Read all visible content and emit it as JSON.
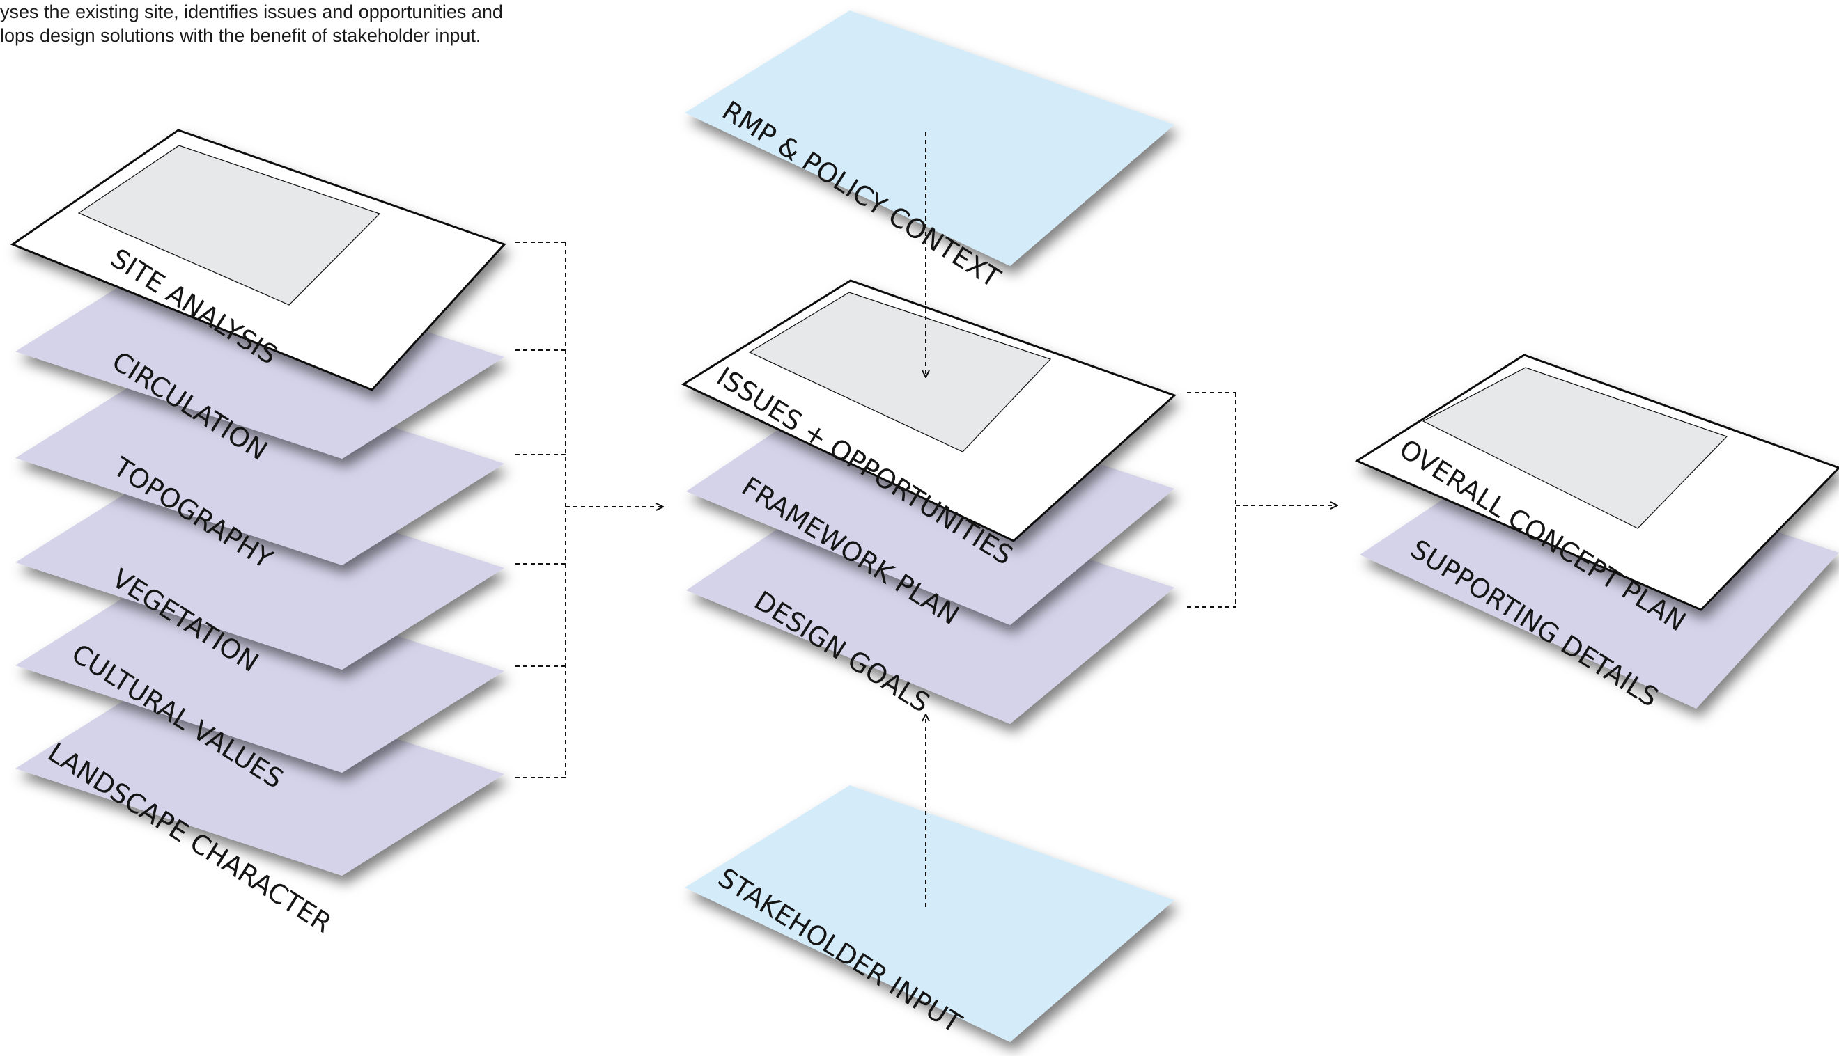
{
  "intro_text": [
    "yses the existing site, identifies issues and opportunities and",
    "lops design solutions with the benefit of stakeholder input."
  ],
  "colors": {
    "layer_fill": "#d5d3e9",
    "context_fill": "#d4ecfa",
    "sheet_fill": "#ffffff",
    "map_fill": "#e7e8e9",
    "stroke": "#111111"
  },
  "left_stack": {
    "primary": "SITE ANALYSIS",
    "layers": [
      "CIRCULATION",
      "TOPOGRAPHY",
      "VEGETATION",
      "CULTURAL VALUES",
      "LANDSCAPE CHARACTER"
    ]
  },
  "middle_stack": {
    "context_top": "RMP & POLICY CONTEXT",
    "primary": "ISSUES + OPPORTUNITIES",
    "layers": [
      "FRAMEWORK PLAN",
      "DESIGN GOALS"
    ],
    "context_bottom": "STAKEHOLDER INPUT"
  },
  "right_stack": {
    "primary": "OVERALL CONCEPT PLAN",
    "layers": [
      "SUPPORTING DETAILS"
    ]
  }
}
